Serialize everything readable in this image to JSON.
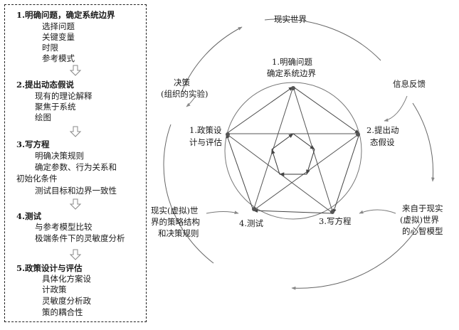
{
  "panel": {
    "steps": [
      {
        "title": "1.明确问题，确定系统边界",
        "lines": [
          "选择问题",
          "关键变量",
          "时限",
          "参考模式"
        ]
      },
      {
        "title": "2.提出动态假说",
        "lines": [
          "现有的理论解释",
          "聚焦于系统",
          "绘图"
        ]
      },
      {
        "title": "3.写方程",
        "lines": [
          "明确决策规则",
          "确定参数、行为关系和",
          "初始化条件",
          "测试目标和边界一致性"
        ]
      },
      {
        "title": "4.测试",
        "lines": [
          "与参考模型比较",
          "极端条件下的灵敏度分析"
        ]
      },
      {
        "title": "5.政策设计与评估",
        "lines": [
          "具体化方案设",
          "计政策",
          "灵敏度分析政",
          "策的耦合性"
        ]
      }
    ]
  },
  "diagram": {
    "outer_top": "现实世界",
    "info_feedback": "信息反馈",
    "decision": [
      "决策",
      "(组织的实验)"
    ],
    "mental_model": [
      "来自于现实",
      "(虚拟)世界",
      "的心智模型"
    ],
    "strategy": [
      "现实(虚拟)世",
      "界的策略结构",
      "和决策规则"
    ],
    "node1": [
      "1.明确问题",
      "确定系统边界"
    ],
    "node2": [
      "2.提出动",
      "态假设"
    ],
    "node3": "3.写方程",
    "node4": "4.测试",
    "node5": [
      "1.政策设",
      "计与评估"
    ]
  },
  "colors": {
    "line": "#333333",
    "node": "#555555"
  }
}
